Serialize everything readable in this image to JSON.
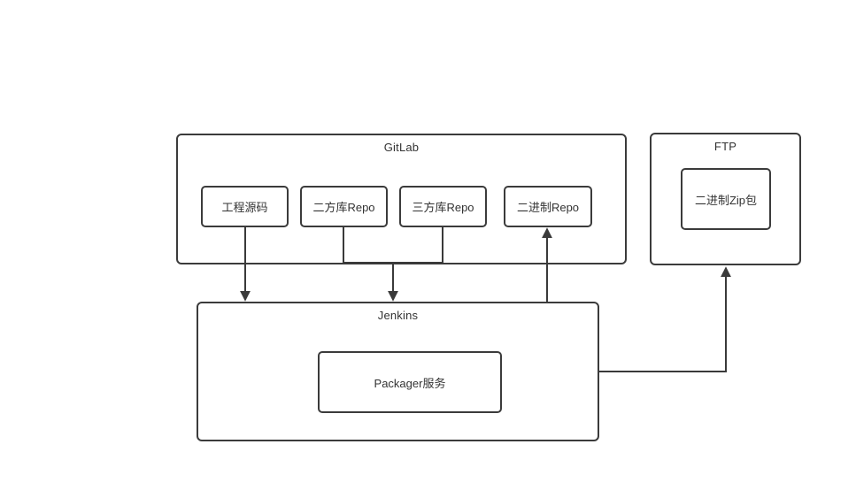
{
  "diagram": {
    "background": "#ffffff",
    "stroke_color": "#3a3a3a",
    "text_color": "#333333",
    "containers": {
      "gitlab": {
        "title": "GitLab"
      },
      "ftp": {
        "title": "FTP"
      },
      "jenkins": {
        "title": "Jenkins"
      }
    },
    "nodes": {
      "project_source": {
        "label": "工程源码"
      },
      "second_party_repo": {
        "label": "二方库Repo"
      },
      "third_party_repo": {
        "label": "三方库Repo"
      },
      "binary_repo": {
        "label": "二进制Repo"
      },
      "binary_zip": {
        "label": "二进制Zip包"
      },
      "packager_service": {
        "label": "Packager服务"
      }
    },
    "edges": [
      {
        "from": "project_source",
        "to": "jenkins",
        "arrow": "to"
      },
      {
        "from": "second_party_repo",
        "to": "jenkins",
        "arrow": "to",
        "note": "merges with third_party_repo"
      },
      {
        "from": "third_party_repo",
        "to": "jenkins",
        "arrow": "to",
        "note": "merges with second_party_repo"
      },
      {
        "from": "jenkins",
        "to": "binary_repo",
        "arrow": "to"
      },
      {
        "from": "jenkins",
        "to": "ftp",
        "arrow": "to"
      }
    ]
  }
}
